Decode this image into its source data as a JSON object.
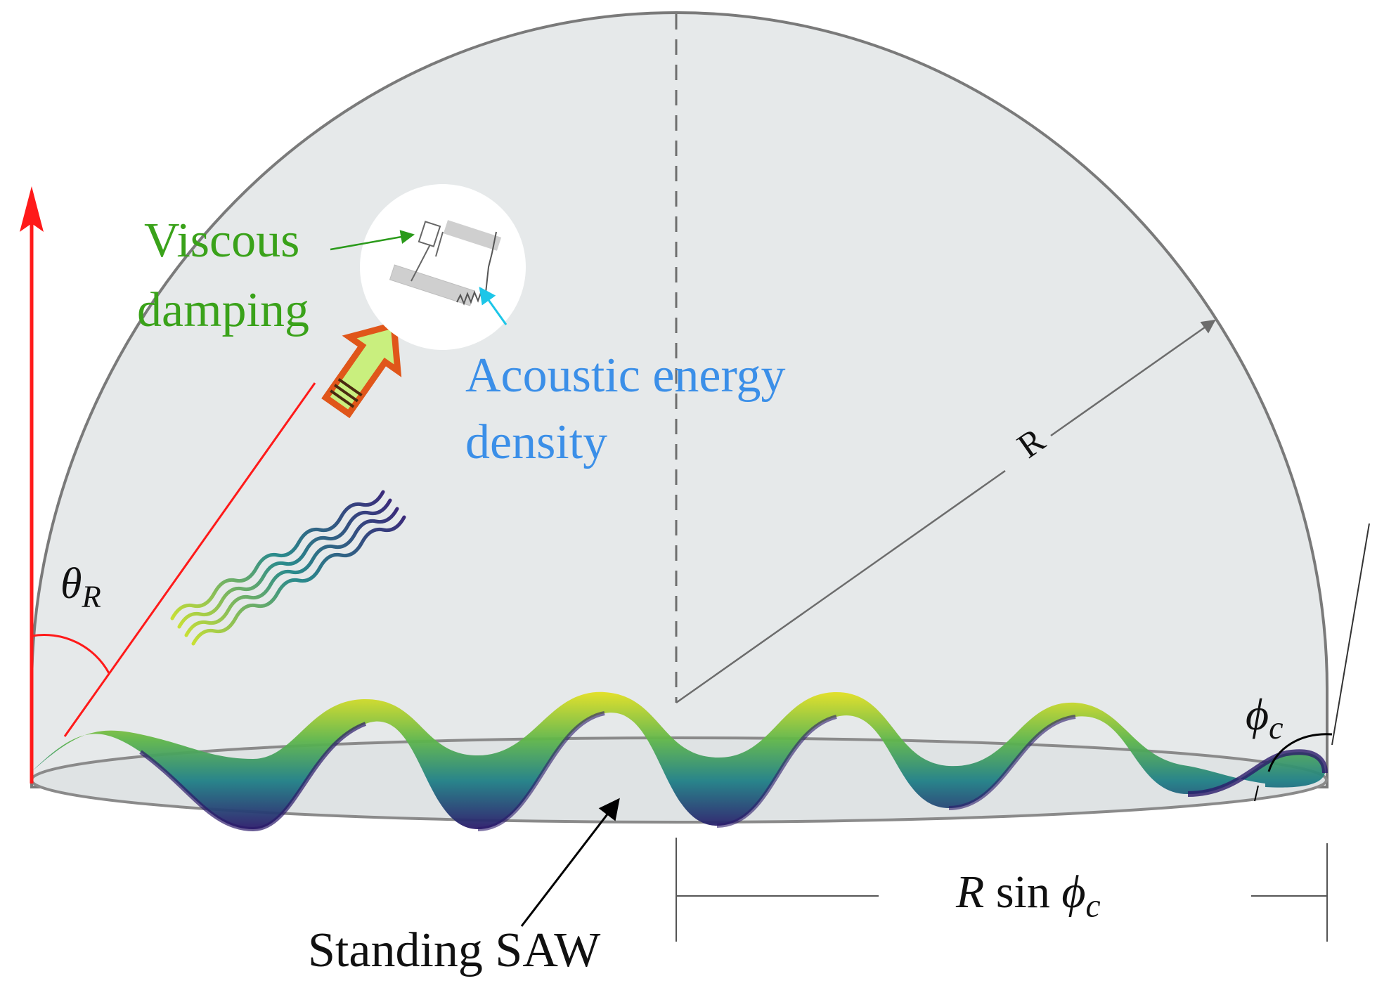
{
  "labels": {
    "viscous_line1": "Viscous",
    "viscous_line2": "damping",
    "acoustic_line1": "Acoustic energy",
    "acoustic_line2": "density",
    "radius": "R",
    "theta": "θ",
    "theta_sub": "R",
    "phi": "ϕ",
    "phi_sub": "c",
    "rsin_r": "R",
    "rsin_sin": "sin",
    "rsin_phi": "ϕ",
    "rsin_sub": "c",
    "standing": "Standing SAW"
  },
  "colors": {
    "dome_fill": "#e6e9ea",
    "dome_stroke": "#7a7a7a",
    "red_axis": "#ff1a1a",
    "viscous_text": "#3aa21a",
    "acoustic_text": "#3b8fe8",
    "wave_yellow": "#d9dc1e",
    "wave_teal": "#1f8a83",
    "wave_navy": "#2b1d6b",
    "arrow_orange": "#e0561a",
    "arrow_green": "#c9ef7e",
    "text_dark": "#111111"
  }
}
